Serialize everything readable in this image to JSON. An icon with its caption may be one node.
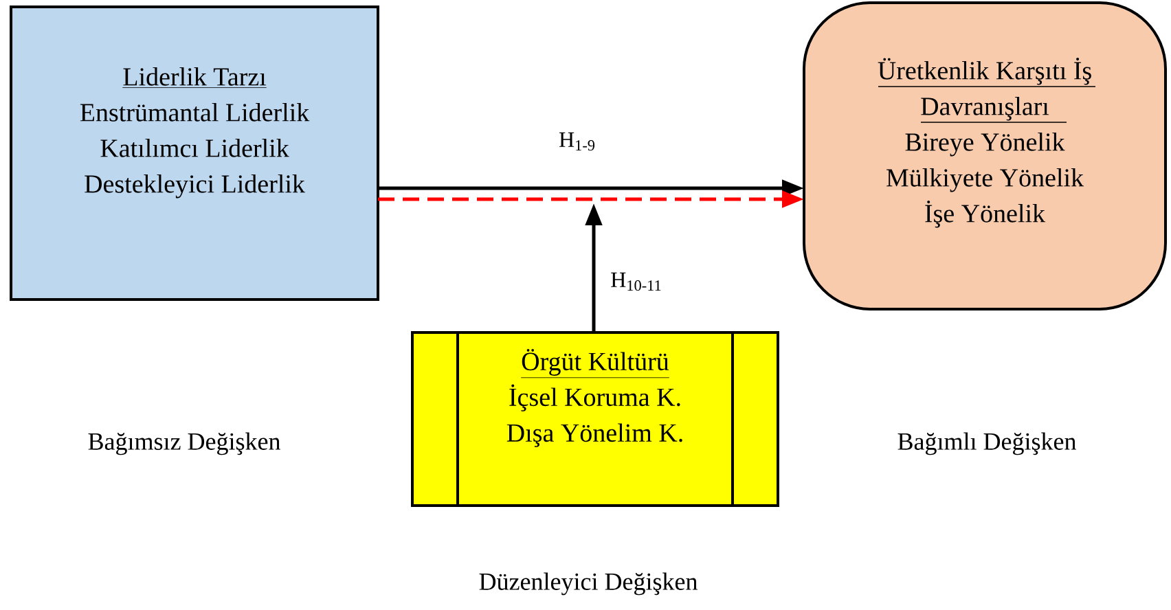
{
  "diagram": {
    "nodes": [
      {
        "text": [
          "Liderlik Tarzı",
          "Enstrümantal Liderlik",
          "Katılımcı Liderlik",
          "Destekleyici Liderlik"
        ]
      },
      {
        "text": [
          "Üretkenlik Karşıtı İş Davranışları",
          "Bireye Yönelik",
          "Mülkiyete Yönelik",
          "İşe Yönelik"
        ]
      },
      {
        "text": [
          "Örgüt Kültürü",
          "İçsel Koruma K.",
          "Dışa Yönelim K."
        ],
        "beside": [
          "Düzenleyici Değişken"
        ]
      }
    ],
    "labels": [
      "Bağımsız Değişken",
      "Bağımlı Değişken"
    ],
    "edges": [
      {
        "from": 0,
        "to": 1,
        "arrow": "to",
        "label": "H$_{1-9}$"
      },
      {
        "from": 0,
        "to": 1,
        "arrow": "to",
        "style": "dashed",
        "color": "#ff0000"
      },
      {
        "from": 2,
        "to": null,
        "arrow": "to",
        "label": "H$_{10-11}$"
      }
    ]
  }
}
